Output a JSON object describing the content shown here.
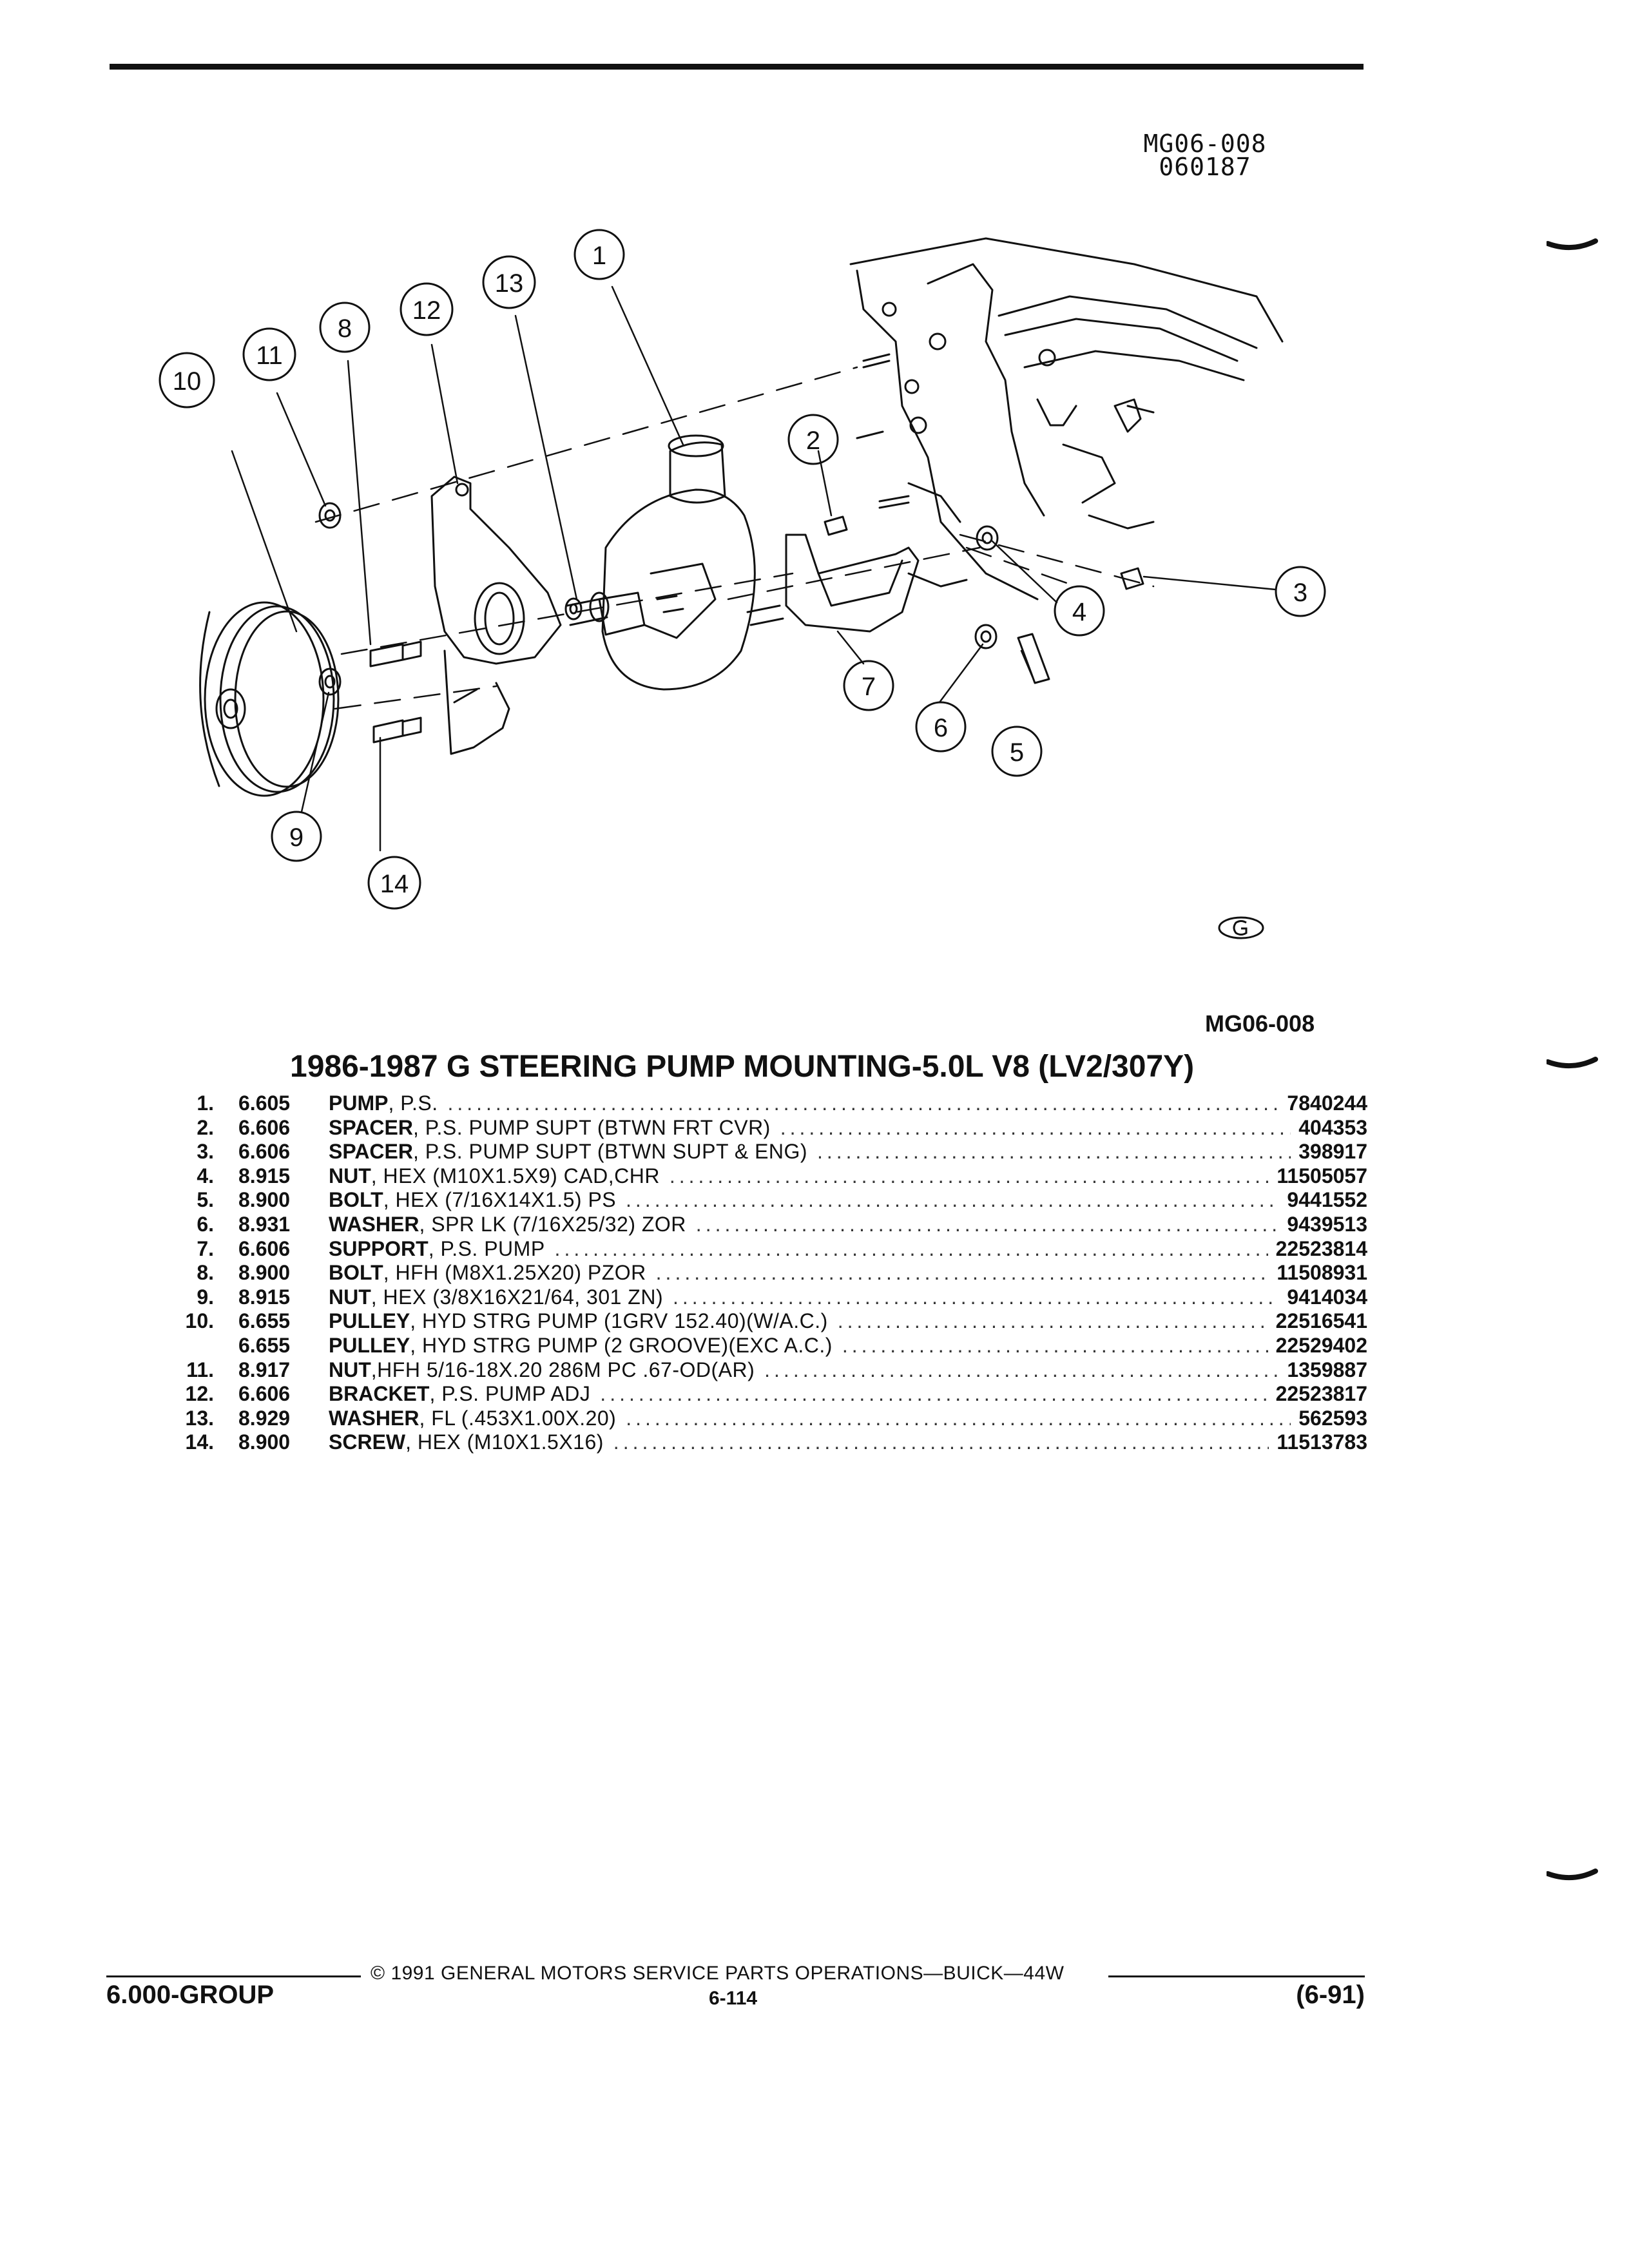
{
  "illustration": {
    "code_line1": "MG06-008",
    "code_line2": "060187",
    "figure_id": "MG06-008",
    "callouts": [
      "1",
      "2",
      "3",
      "4",
      "5",
      "6",
      "7",
      "8",
      "9",
      "10",
      "11",
      "12",
      "13",
      "14"
    ],
    "logo_icon": "gm-g-logo"
  },
  "parts_list": {
    "title": "1986-1987 G STEERING PUMP MOUNTING-5.0L V8 (LV2/307Y)",
    "rows": [
      {
        "num": "1.",
        "group": "6.605",
        "name": "PUMP",
        "desc": ", P.S.",
        "part": "7840244"
      },
      {
        "num": "2.",
        "group": "6.606",
        "name": "SPACER",
        "desc": ", P.S. PUMP SUPT (BTWN FRT CVR)",
        "part": "404353"
      },
      {
        "num": "3.",
        "group": "6.606",
        "name": "SPACER",
        "desc": ", P.S. PUMP SUPT (BTWN SUPT & ENG)",
        "part": "398917"
      },
      {
        "num": "4.",
        "group": "8.915",
        "name": "NUT",
        "desc": ", HEX (M10X1.5X9) CAD,CHR",
        "part": "11505057"
      },
      {
        "num": "5.",
        "group": "8.900",
        "name": "BOLT",
        "desc": ", HEX (7/16X14X1.5) PS",
        "part": "9441552"
      },
      {
        "num": "6.",
        "group": "8.931",
        "name": "WASHER",
        "desc": ", SPR LK (7/16X25/32) ZOR",
        "part": "9439513"
      },
      {
        "num": "7.",
        "group": "6.606",
        "name": "SUPPORT",
        "desc": ", P.S. PUMP",
        "part": "22523814"
      },
      {
        "num": "8.",
        "group": "8.900",
        "name": "BOLT",
        "desc": ", HFH (M8X1.25X20) PZOR",
        "part": "11508931"
      },
      {
        "num": "9.",
        "group": "8.915",
        "name": "NUT",
        "desc": ", HEX (3/8X16X21/64, 301 ZN)",
        "part": "9414034"
      },
      {
        "num": "10.",
        "group": "6.655",
        "name": "PULLEY",
        "desc": ", HYD STRG PUMP (1GRV 152.40)(W/A.C.)",
        "part": "22516541"
      },
      {
        "num": "",
        "group": "6.655",
        "name": "PULLEY",
        "desc": ", HYD STRG PUMP (2 GROOVE)(EXC A.C.)",
        "part": "22529402"
      },
      {
        "num": "11.",
        "group": "8.917",
        "name": "NUT",
        "desc": ",HFH 5/16-18X.20 286M PC .67-OD(AR)",
        "part": "1359887"
      },
      {
        "num": "12.",
        "group": "6.606",
        "name": "BRACKET",
        "desc": ", P.S. PUMP ADJ",
        "part": "22523817"
      },
      {
        "num": "13.",
        "group": "8.929",
        "name": "WASHER",
        "desc": ", FL (.453X1.00X.20)",
        "part": "562593"
      },
      {
        "num": "14.",
        "group": "8.900",
        "name": "SCREW",
        "desc": ", HEX (M10X1.5X16)",
        "part": "11513783"
      }
    ]
  },
  "footer": {
    "copyright": "© 1991 GENERAL MOTORS SERVICE PARTS OPERATIONS—BUICK—44W",
    "group": "6.000-GROUP",
    "page": "6-114",
    "revision": "(6-91)"
  }
}
